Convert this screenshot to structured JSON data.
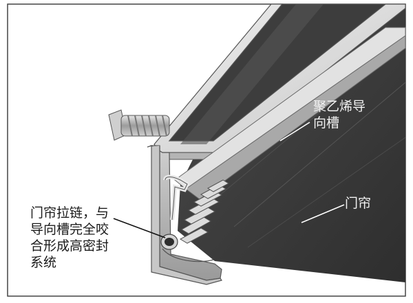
{
  "labels": {
    "guide_channel": "聚乙烯导\n向槽",
    "curtain": "门帘",
    "zipper_seal": "门帘拉链，与\n导向槽完全咬\n合形成高密封\n系统"
  },
  "colors": {
    "frame": "#444444",
    "curtain": "#3a3a3a",
    "rail_light": "#d9d9d9",
    "rail_mid": "#bdbdbd",
    "rail_dark": "#8c8c8c",
    "leader_light": "#ffffff",
    "leader_dark": "#111111"
  }
}
